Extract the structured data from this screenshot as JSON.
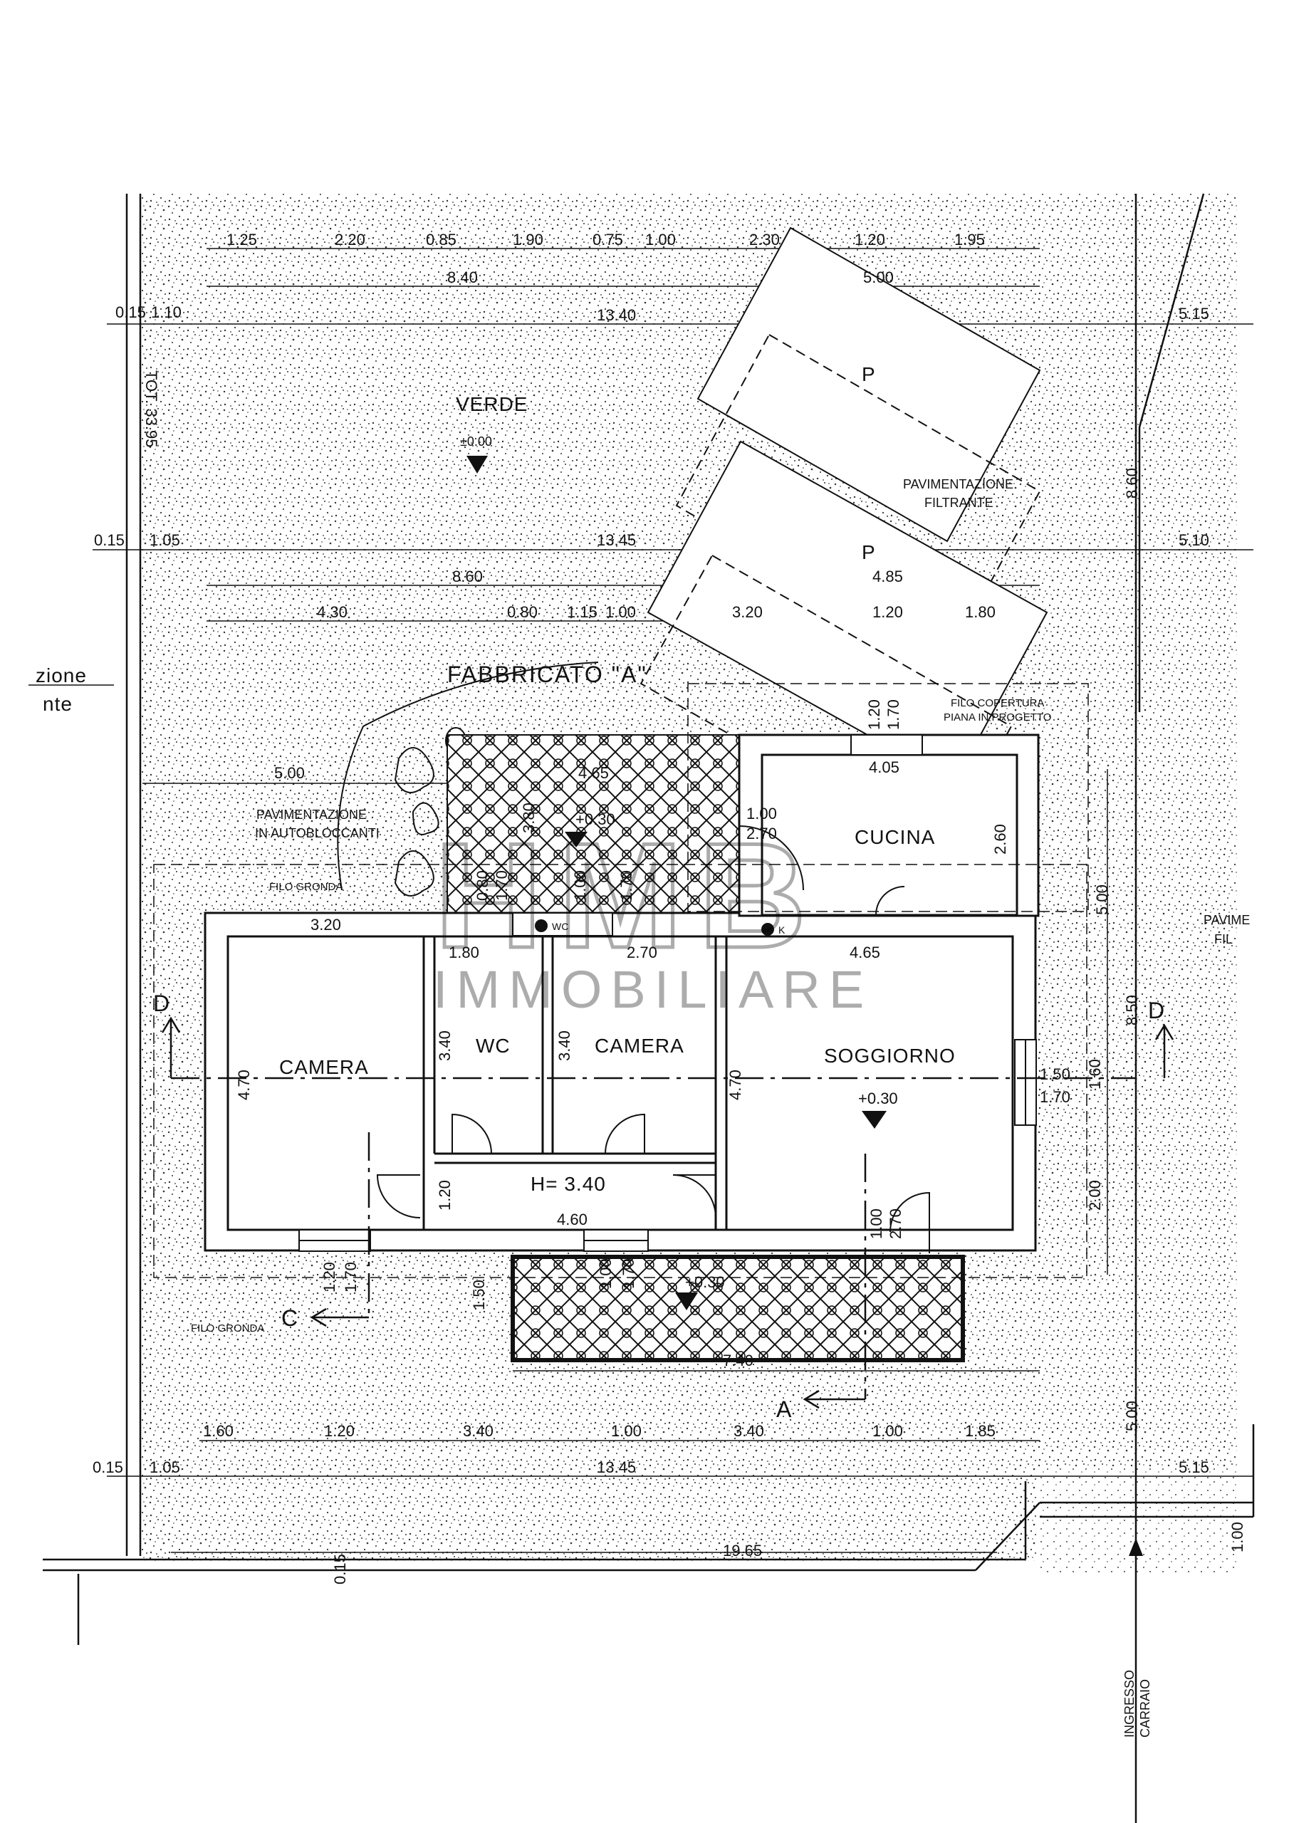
{
  "title": "FABBRICATO \"A\"",
  "watermark": {
    "logo": "HMB",
    "text": "IMMOBILIARE"
  },
  "left_cut": {
    "line1": "zione",
    "line2": "nte"
  },
  "right_cut": {
    "line1": "PAVIME",
    "line2": "FIL"
  },
  "areas": {
    "verde": "VERDE",
    "verde_level": "±0.00",
    "paving_filtrante_1": "PAVIMENTAZIONE",
    "paving_filtrante_2": "FILTRANTE",
    "paving_auto_1": "PAVIMENTAZIONE",
    "paving_auto_2": "IN AUTOBLOCCANTI",
    "filo_gronda_top": "FILO GRONDA",
    "filo_gronda_bottom": "FILO GRONDA",
    "filo_copertura_1": "FILO COPERTURA",
    "filo_copertura_2": "PIANA IN PROGETTO",
    "parking_p": "P",
    "ingresso_1": "INGRESSO",
    "ingresso_2": "CARRAIO",
    "tot_label": "TOT. 33.95"
  },
  "rooms": {
    "camera_left": "CAMERA",
    "wc": "WC",
    "camera_mid": "CAMERA",
    "soggiorno": "SOGGIORNO",
    "cucina": "CUCINA",
    "corridor_height": "H= 3.40",
    "level_soggiorno": "+0.30",
    "level_front": "+0.30",
    "level_rear": "+0.30",
    "wc_fixture": "WC",
    "k_fixture": "K"
  },
  "sections": {
    "a": "A",
    "c": "C",
    "d_left": "D",
    "d_right": "D"
  },
  "dims": {
    "top_row": [
      "1.25",
      "2.20",
      "0.85",
      "1.90",
      "0.75",
      "1.00",
      "2.30",
      "1.20",
      "1.95"
    ],
    "row2_left": "8.40",
    "row2_right": "5.00",
    "row3_a": "0.15",
    "row3_b": "1.10",
    "row3_c": "13.40",
    "row3_right": "5.15",
    "row4_a": "0.15",
    "row4_b": "1.05",
    "row4_c": "13.45",
    "row4_right": "5.10",
    "row5_left": "8.60",
    "row5_right": "4.85",
    "row6": [
      "4.30",
      "0.80",
      "1.15",
      "1.00",
      "3.20",
      "1.20",
      "1.80"
    ],
    "right_vertical_top": "8.60",
    "right_vertical_mid": "8.50",
    "right_vertical_bottom": "5.00",
    "garden_5_00": "5.00",
    "court_4_65": "4.65",
    "court_3_80": "3.80",
    "v_080": "0.80",
    "v_170a": "1.70",
    "v_100": "1.00",
    "v_170b": "1.70",
    "cucina_120": "1.20",
    "cucina_170": "1.70",
    "cucina_405": "4.05",
    "cucina_260": "2.60",
    "cucina_100": "1.00",
    "cucina_270": "2.70",
    "d_320": "3.20",
    "d_180": "1.80",
    "d_270": "2.70",
    "d_465": "4.65",
    "d_500": "5.00",
    "cam_470": "4.70",
    "wc_340": "3.40",
    "cam2_340": "3.40",
    "sog_470": "4.70",
    "corr_120": "1.20",
    "corr_460": "4.60",
    "sog_150": "1.50",
    "sog_170": "1.70",
    "sog_160": "1.60",
    "sog_200": "2.00",
    "door_100": "1.00",
    "door_270": "2.70",
    "b_120": "1.20",
    "b_170": "1.70",
    "b_150": "1.50",
    "b_100": "1.00",
    "b_170b": "1.70",
    "b_740": "7.40",
    "bottom_row": [
      "1.60",
      "1.20",
      "3.40",
      "1.00",
      "3.40",
      "1.00",
      "1.85"
    ],
    "bot_a": "0.15",
    "bot_b": "1.05",
    "bot_c": "13.45",
    "bot_right": "5.15",
    "bot_vertical": "5.00",
    "bot_100": "1.00",
    "total_bottom": "19.65",
    "left_015": "0.15"
  }
}
